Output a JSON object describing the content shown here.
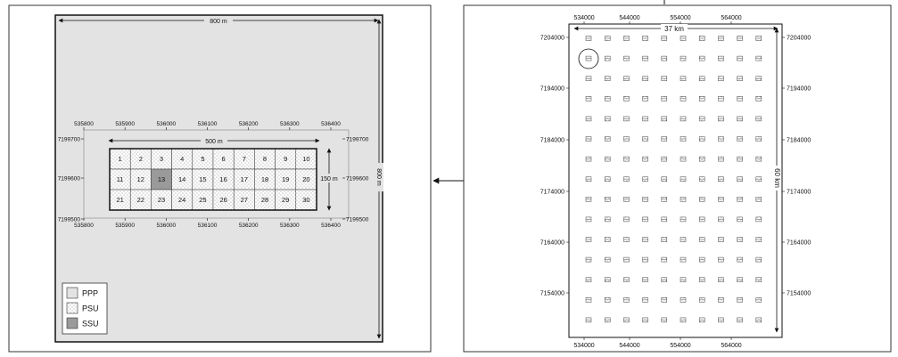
{
  "left_panel": {
    "width_label": "800 m",
    "height_label": "800 m",
    "inner_width_label": "500 m",
    "inner_height_label": "150 m",
    "x_ticks": [
      "535800",
      "535900",
      "536000",
      "536100",
      "536200",
      "536300",
      "536400"
    ],
    "y_ticks": [
      "7199700",
      "7199600",
      "7199500"
    ],
    "cells": [
      "1",
      "2",
      "3",
      "4",
      "5",
      "6",
      "7",
      "8",
      "9",
      "10",
      "11",
      "12",
      "13",
      "14",
      "15",
      "16",
      "17",
      "18",
      "19",
      "20",
      "21",
      "22",
      "23",
      "24",
      "25",
      "26",
      "27",
      "28",
      "29",
      "30"
    ],
    "highlighted_cell": "13",
    "legend": [
      {
        "label": "PPP",
        "style": "plain"
      },
      {
        "label": "PSU",
        "style": "dotted"
      },
      {
        "label": "SSU",
        "style": "dark"
      }
    ],
    "colors": {
      "ppp_fill": "#e3e3e3",
      "ssu_fill": "#9a9a9a"
    }
  },
  "right_panel": {
    "width_label": "37 km",
    "height_label": "60 km",
    "x_ticks": [
      "534000",
      "544000",
      "554000",
      "564000"
    ],
    "y_ticks": [
      "7204000",
      "7194000",
      "7184000",
      "7174000",
      "7164000",
      "7154000"
    ],
    "grid_rows": 15,
    "grid_cols": 10
  }
}
